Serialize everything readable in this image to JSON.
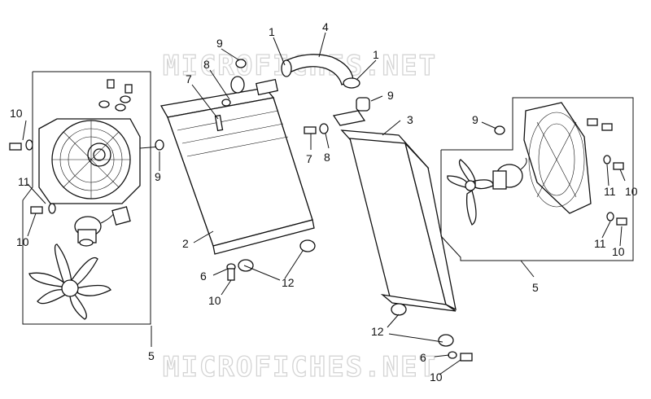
{
  "watermark": "MICROFICHES.NET",
  "callouts": [
    {
      "id": "c-1a",
      "text": "1"
    },
    {
      "id": "c-1b",
      "text": "1"
    },
    {
      "id": "c-2",
      "text": "2"
    },
    {
      "id": "c-3",
      "text": "3"
    },
    {
      "id": "c-4",
      "text": "4"
    },
    {
      "id": "c-5a",
      "text": "5"
    },
    {
      "id": "c-5b",
      "text": "5"
    },
    {
      "id": "c-6a",
      "text": "6"
    },
    {
      "id": "c-6b",
      "text": "6"
    },
    {
      "id": "c-7a",
      "text": "7"
    },
    {
      "id": "c-7b",
      "text": "7"
    },
    {
      "id": "c-8a",
      "text": "8"
    },
    {
      "id": "c-8b",
      "text": "8"
    },
    {
      "id": "c-9a",
      "text": "9"
    },
    {
      "id": "c-9b",
      "text": "9"
    },
    {
      "id": "c-9c",
      "text": "9"
    },
    {
      "id": "c-9d",
      "text": "9"
    },
    {
      "id": "c-10a",
      "text": "10"
    },
    {
      "id": "c-10b",
      "text": "10"
    },
    {
      "id": "c-10c",
      "text": "10"
    },
    {
      "id": "c-10d",
      "text": "10"
    },
    {
      "id": "c-10e",
      "text": "10"
    },
    {
      "id": "c-10f",
      "text": "10"
    },
    {
      "id": "c-11a",
      "text": "11"
    },
    {
      "id": "c-11b",
      "text": "11"
    },
    {
      "id": "c-11c",
      "text": "11"
    },
    {
      "id": "c-12a",
      "text": "12"
    },
    {
      "id": "c-12b",
      "text": "12"
    }
  ]
}
